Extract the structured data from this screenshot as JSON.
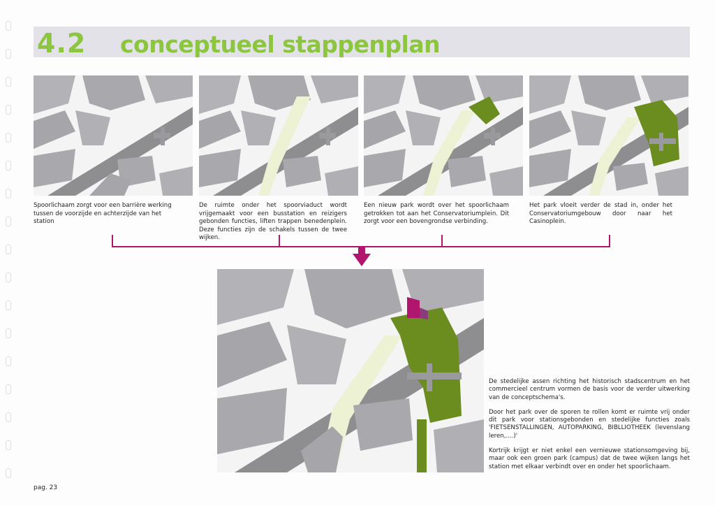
{
  "header": {
    "section_number": "4.2",
    "section_title": "conceptueel stappenplan"
  },
  "steps": [
    {
      "caption": "Spoorlichaam zorgt voor een barrière werking tussen de voorzijde en achterzijde van het station"
    },
    {
      "caption": "De ruimte onder het spoorviaduct wordt vrijgemaakt voor een busstation en reizigers gebonden functies, liften trappen benedenplein. Deze functies zijn de schakels tussen de twee wijken."
    },
    {
      "caption": "Een nieuw park wordt over het spoorlichaam getrokken tot aan het Conservatoriumplein. Dit zorgt voor een bovengrondse verbinding."
    },
    {
      "caption": "Het park vloeit verder de stad in, onder het Conservatoriumgebouw door naar het Casinoplein."
    }
  ],
  "description": [
    "De stedelijke assen richting het historisch stadscentrum en het commercieel centrum vormen de basis voor de verder uitwerking van de conceptschema's.",
    "Door het park over de sporen te rollen komt er ruimte vrij onder dit park voor stationsgebonden en stedelijke functies zoals 'FIETSENSTALLINGEN, AUTOPARKING, BIBLLIOTHEEK (levenslang leren,....)'",
    "Kortrijk krijgt er niet enkel een vernieuwe stationsomgeving bij, maar ook een groen park (campus) dat de twee wijken langs het station met elkaar verbindt over en onder het spoorlichaam."
  ],
  "footer": {
    "page": "pag. 23"
  },
  "colors": {
    "accent_green": "#8cc63f",
    "park_green": "#6b8c1f",
    "connector_magenta": "#b0166d",
    "pale_yellow": "#eef2d4",
    "block_grey": "#a9a9ad",
    "rail_grey": "#8e8e91",
    "title_band": "#e2e2e8"
  },
  "icons": [
    "down-arrow-icon"
  ]
}
